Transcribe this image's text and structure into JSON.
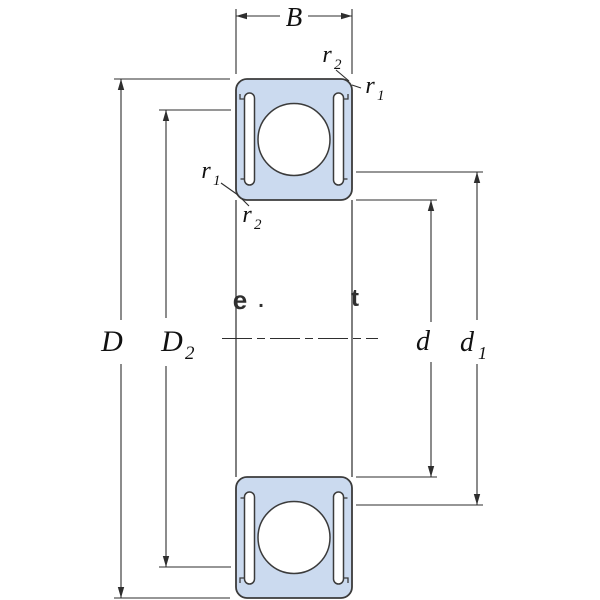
{
  "labels": {
    "width": "B",
    "outer_diameter": "D",
    "recess_main": "D",
    "recess_sub": "2",
    "bore": "d",
    "shoulder_main": "d",
    "shoulder_sub": "1",
    "r": "r",
    "r1_sub": "1",
    "r2_sub": "2"
  },
  "watermark": {
    "f1": "e",
    "f2": ".",
    "f3": "t"
  },
  "colors": {
    "background": "#ffffff",
    "section_fill": "#cbdaef",
    "outline": "#3b3b3b",
    "dimension_line": "#2e2e2e",
    "text": "#111111"
  }
}
